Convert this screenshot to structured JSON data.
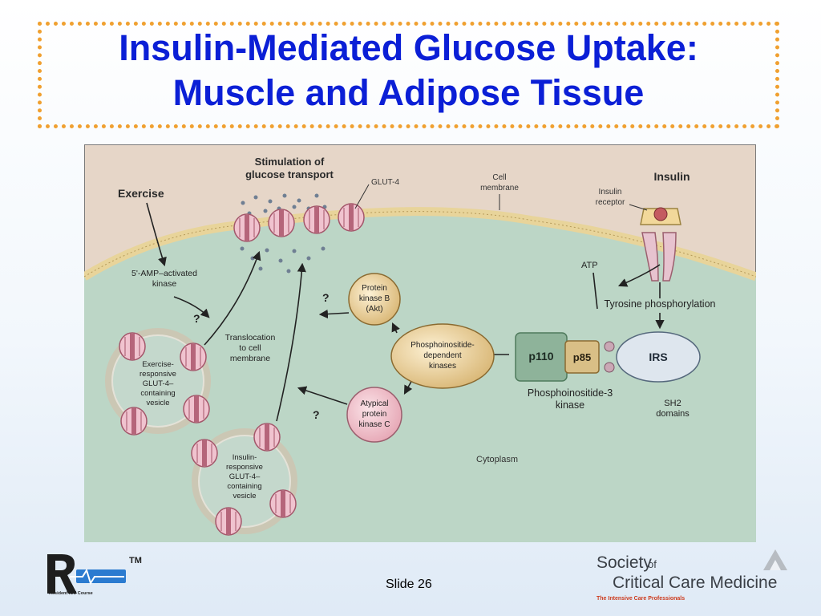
{
  "title": {
    "line1": "Insulin-Mediated Glucose Uptake:",
    "line2": "Muscle and Adipose Tissue"
  },
  "diagram": {
    "stimulation_line1": "Stimulation of",
    "stimulation_line2": "glucose transport",
    "glut4": "GLUT-4",
    "cell_membrane_line1": "Cell",
    "cell_membrane_line2": "membrane",
    "insulin": "Insulin",
    "insulin_receptor_line1": "Insulin",
    "insulin_receptor_line2": "receptor",
    "exercise": "Exercise",
    "ampk_line1": "5'-AMP–activated",
    "ampk_line2": "kinase",
    "atp": "ATP",
    "tyrosine": "Tyrosine phosphorylation",
    "protein_kinase_b_line1": "Protein",
    "protein_kinase_b_line2": "kinase B",
    "protein_kinase_b_line3": "(Akt)",
    "translocation_line1": "Translocation",
    "translocation_line2": "to cell",
    "translocation_line3": "membrane",
    "pdk_line1": "Phosphoinositide-",
    "pdk_line2": "dependent",
    "pdk_line3": "kinases",
    "p110": "p110",
    "p85": "p85",
    "irs": "IRS",
    "pi3k_line1": "Phosphoinositide-3",
    "pi3k_line2": "kinase",
    "sh2_line1": "SH2",
    "sh2_line2": "domains",
    "exercise_vesicle_line1": "Exercise-",
    "exercise_vesicle_line2": "responsive",
    "exercise_vesicle_line3": "GLUT-4–",
    "exercise_vesicle_line4": "containing",
    "exercise_vesicle_line5": "vesicle",
    "aPKC_line1": "Atypical",
    "aPKC_line2": "protein",
    "aPKC_line3": "kinase C",
    "insulin_vesicle_line1": "Insulin-",
    "insulin_vesicle_line2": "responsive",
    "insulin_vesicle_line3": "GLUT-4–",
    "insulin_vesicle_line4": "containing",
    "insulin_vesicle_line5": "vesicle",
    "cytoplasm": "Cytoplasm",
    "question_mark": "?"
  },
  "footer": {
    "slide_number": "Slide 26",
    "ricu_tm": "TM",
    "ricu_subtitle": "Resident ICU Course",
    "sccm_society": "Society",
    "sccm_of": "of",
    "sccm_name": "Critical Care Medicine",
    "sccm_tagline": "The Intensive Care Professionals"
  },
  "colors": {
    "title": "#0b1fd6",
    "frame_dots": "#f0a030",
    "cytoplasm": "#bcd6c6",
    "extracellular": "#e6d6c8"
  }
}
